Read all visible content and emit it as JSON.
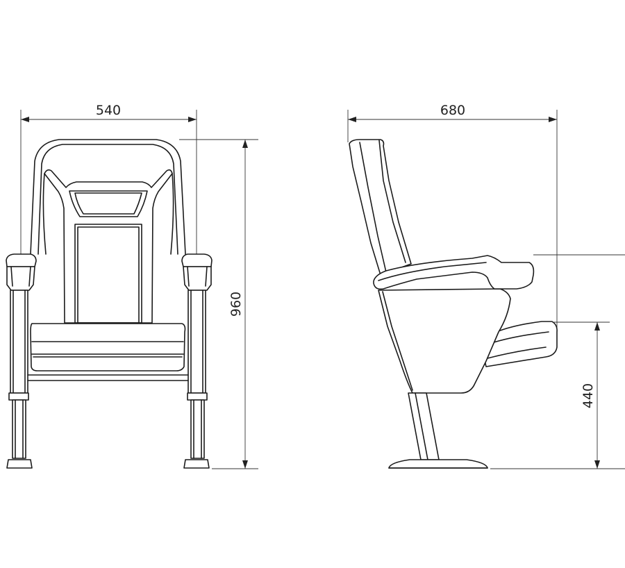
{
  "drawing": {
    "front_view": {
      "width_dimension": "540"
    },
    "side_view": {
      "depth_dimension": "680",
      "height_dimension": "960",
      "seat_height_dimension": "440"
    }
  }
}
